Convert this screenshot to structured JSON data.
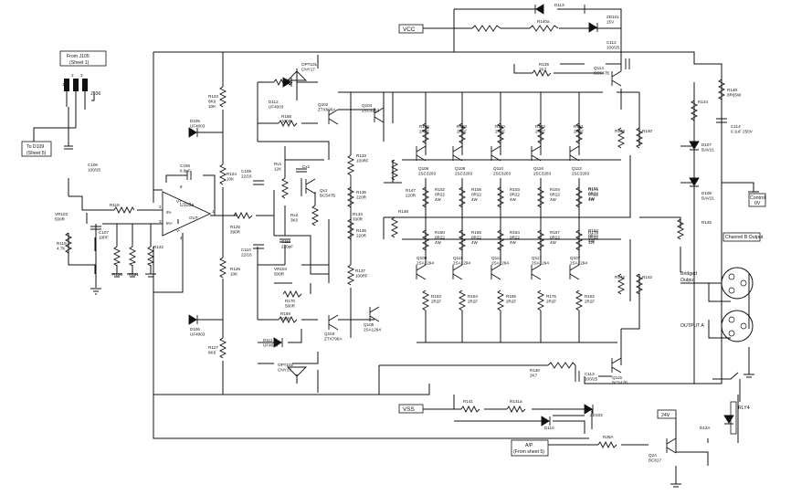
{
  "boxes": {
    "from_j105": [
      "From J105",
      "(Sheet 1)"
    ],
    "to_d109": [
      "To D109",
      "(Sheet 5)"
    ],
    "vcc": "VCC",
    "vss": "VSS",
    "ap": [
      "A/P",
      "(From sheet 5)"
    ],
    "v24": "24V",
    "channel_b": "Channel B Output",
    "control": [
      "Control",
      "0V"
    ]
  },
  "labels": {
    "j106": "J106",
    "u103a": "U103a",
    "bridged_output": [
      "Bridged",
      "Output"
    ],
    "output_a": "OUTPUT A",
    "rly4": "RLY4"
  },
  "components": [
    {
      "id": "c106",
      "lines": [
        "C106",
        "100/25"
      ]
    },
    {
      "id": "vr103",
      "lines": [
        "VR103",
        "500R"
      ]
    },
    {
      "id": "r119",
      "lines": [
        "R119",
        "4.7K"
      ]
    },
    {
      "id": "r118",
      "lines": [
        "R118"
      ]
    },
    {
      "id": "c107",
      "lines": [
        "C107",
        "10PF"
      ]
    },
    {
      "id": "r120",
      "lines": [
        "R120"
      ]
    },
    {
      "id": "r121",
      "lines": [
        "R121"
      ]
    },
    {
      "id": "r122",
      "lines": [
        "R122"
      ]
    },
    {
      "id": "c108",
      "lines": [
        "C108",
        "6.8pF"
      ]
    },
    {
      "id": "r123",
      "lines": [
        "R123",
        "8K6",
        "10K"
      ]
    },
    {
      "id": "d105",
      "lines": [
        "D105",
        "UF4003"
      ]
    },
    {
      "id": "r124",
      "lines": [
        "R124",
        "10K"
      ]
    },
    {
      "id": "r125",
      "lines": [
        "R125",
        "390R"
      ]
    },
    {
      "id": "r126",
      "lines": [
        "R126",
        "10K"
      ]
    },
    {
      "id": "r127",
      "lines": [
        "R127",
        "8K6"
      ]
    },
    {
      "id": "d106",
      "lines": [
        "D106",
        "UF4003"
      ]
    },
    {
      "id": "c109",
      "lines": [
        "C109",
        "22/16"
      ]
    },
    {
      "id": "c110",
      "lines": [
        "C110",
        "22/16"
      ]
    },
    {
      "id": "d112",
      "lines": [
        "D112",
        "UF4003"
      ]
    },
    {
      "id": "opt101",
      "lines": [
        "OPT101",
        "CNY17"
      ]
    },
    {
      "id": "r168",
      "lines": [
        "R168",
        "300R"
      ]
    },
    {
      "id": "q102",
      "lines": [
        "Q102",
        "ZTX690A"
      ]
    },
    {
      "id": "rv1",
      "lines": [
        "Rv1",
        "12K"
      ]
    },
    {
      "id": "cx1",
      "lines": [
        "Cx1"
      ]
    },
    {
      "id": "qx1",
      "lines": [
        "Qx1",
        "BC547B"
      ]
    },
    {
      "id": "rx2",
      "lines": [
        "Rx2",
        "3K0"
      ]
    },
    {
      "id": "c111",
      "lines": [
        "C111",
        "220pF"
      ]
    },
    {
      "id": "vr104",
      "lines": [
        "VR104",
        "500R"
      ]
    },
    {
      "id": "r170",
      "lines": [
        "R170",
        "560R"
      ]
    },
    {
      "id": "r169",
      "lines": [
        "R169",
        "300R"
      ]
    },
    {
      "id": "d111",
      "lines": [
        "D111",
        "UF4003"
      ]
    },
    {
      "id": "opt102",
      "lines": [
        "OPT102",
        "CNY17"
      ]
    },
    {
      "id": "q103",
      "lines": [
        "Q103",
        "ZTX790A"
      ]
    },
    {
      "id": "q104",
      "lines": [
        "Q104",
        "2SC3283"
      ]
    },
    {
      "id": "r133",
      "lines": [
        "R133",
        "100RF"
      ]
    },
    {
      "id": "r135",
      "lines": [
        "R135",
        "220R"
      ]
    },
    {
      "id": "r134",
      "lines": [
        "R134",
        "330R"
      ]
    },
    {
      "id": "r136",
      "lines": [
        "R136",
        "220R"
      ]
    },
    {
      "id": "r137",
      "lines": [
        "R137",
        "100RF"
      ]
    },
    {
      "id": "q105",
      "lines": [
        "Q105",
        "2SA1294"
      ]
    },
    {
      "id": "r147",
      "lines": [
        "R147",
        "220R"
      ]
    },
    {
      "id": "r148",
      "lines": [
        "R148"
      ]
    },
    {
      "id": "r156",
      "lines": [
        "R156",
        "2R2F"
      ]
    },
    {
      "id": "r158",
      "lines": [
        "R158",
        "2R2F"
      ]
    },
    {
      "id": "r160",
      "lines": [
        "R160",
        "2R2F"
      ]
    },
    {
      "id": "r173",
      "lines": [
        "R173",
        "2R2F"
      ]
    },
    {
      "id": "r151",
      "lines": [
        "R151",
        "2R2F"
      ]
    },
    {
      "id": "q106",
      "lines": [
        "Q106",
        "2SC3283"
      ]
    },
    {
      "id": "q108",
      "lines": [
        "Q108",
        "2SC3283"
      ]
    },
    {
      "id": "q110",
      "lines": [
        "Q110",
        "2SC3283"
      ]
    },
    {
      "id": "q116",
      "lines": [
        "Q116",
        "2SC3283"
      ]
    },
    {
      "id": "q112",
      "lines": [
        "Q112",
        "2SC3283"
      ]
    },
    {
      "id": "r102",
      "lines": [
        "R102",
        "0R22",
        "4W"
      ]
    },
    {
      "id": "r105",
      "lines": [
        "R105",
        "0R22",
        "4W"
      ]
    },
    {
      "id": "r103",
      "lines": [
        "R103",
        "0R22",
        "4W"
      ]
    },
    {
      "id": "r104",
      "lines": [
        "R104",
        "0R22",
        "4W"
      ]
    },
    {
      "id": "r174",
      "lines": [
        "R174",
        "0R22",
        "4W"
      ]
    },
    {
      "id": "r150",
      "lines": [
        "R150",
        "0R22",
        "4W"
      ]
    },
    {
      "id": "r155",
      "lines": [
        "R155",
        "0R22",
        "4W"
      ]
    },
    {
      "id": "r154",
      "lines": [
        "R154",
        "0R22",
        "4W"
      ]
    },
    {
      "id": "r167",
      "lines": [
        "R167",
        "0R22",
        "4W"
      ]
    },
    {
      "id": "r178",
      "lines": [
        "R178",
        "0R22",
        "4W"
      ]
    },
    {
      "id": "r151b",
      "lines": [
        "R151",
        "0R22",
        "4W"
      ]
    },
    {
      "id": "r152",
      "lines": [
        "R152",
        "0R22",
        "4W"
      ]
    },
    {
      "id": "q109",
      "lines": [
        "Q109",
        "2SA1294"
      ]
    },
    {
      "id": "q111",
      "lines": [
        "Q111",
        "2SA1294"
      ]
    },
    {
      "id": "q113",
      "lines": [
        "Q113",
        "2SA1294"
      ]
    },
    {
      "id": "q117",
      "lines": [
        "Q117",
        "2SA1294"
      ]
    },
    {
      "id": "q107",
      "lines": [
        "Q107",
        "2SA1294"
      ]
    },
    {
      "id": "r153",
      "lines": [
        "R153",
        "2R2F"
      ]
    },
    {
      "id": "r164",
      "lines": [
        "R164",
        "2R2F"
      ]
    },
    {
      "id": "r165",
      "lines": [
        "R165",
        "2R2F"
      ]
    },
    {
      "id": "r175",
      "lines": [
        "R175",
        "2R2F"
      ]
    },
    {
      "id": "r162",
      "lines": [
        "R162",
        "2R2F"
      ]
    },
    {
      "id": "r138",
      "lines": [
        "R138"
      ]
    },
    {
      "id": "r140",
      "lines": [
        "R140"
      ]
    },
    {
      "id": "r142",
      "lines": [
        "R142"
      ]
    },
    {
      "id": "r143",
      "lines": [
        "R143"
      ]
    },
    {
      "id": "d113",
      "lines": [
        "D113"
      ]
    },
    {
      "id": "r140a",
      "lines": [
        "R140a"
      ]
    },
    {
      "id": "zd101",
      "lines": [
        "ZD101",
        "15V"
      ]
    },
    {
      "id": "c112",
      "lines": [
        "C112",
        "100/25"
      ]
    },
    {
      "id": "r139",
      "lines": [
        "R139",
        "2K7"
      ]
    },
    {
      "id": "q114",
      "lines": [
        "Q114",
        "BC547B"
      ]
    },
    {
      "id": "r144",
      "lines": [
        "R144"
      ]
    },
    {
      "id": "r146",
      "lines": [
        "R146",
        "8R65W"
      ]
    },
    {
      "id": "c114",
      "lines": [
        "C114",
        "0.1uF 250V"
      ]
    },
    {
      "id": "d107",
      "lines": [
        "D107",
        "BAV21"
      ]
    },
    {
      "id": "d108",
      "lines": [
        "D108",
        "BAV21"
      ]
    },
    {
      "id": "r145",
      "lines": [
        "R145"
      ]
    },
    {
      "id": "r130b",
      "lines": [
        "R130",
        "2K7"
      ]
    },
    {
      "id": "c113",
      "lines": [
        "C113",
        "100/25"
      ]
    },
    {
      "id": "q115",
      "lines": [
        "Q115",
        "BC547B"
      ]
    },
    {
      "id": "r141",
      "lines": [
        "R141"
      ]
    },
    {
      "id": "r141a",
      "lines": [
        "R141a"
      ]
    },
    {
      "id": "zd102",
      "lines": [
        "ZD102"
      ]
    },
    {
      "id": "d110",
      "lines": [
        "D110"
      ]
    },
    {
      "id": "r28a",
      "lines": [
        "R28A"
      ]
    },
    {
      "id": "q2a",
      "lines": [
        "Q2A",
        "BC817"
      ]
    },
    {
      "id": "d13a",
      "lines": [
        "D13A"
      ]
    }
  ],
  "opamp_pins": [
    "V+",
    "IN-",
    "IN+",
    "OUT",
    "V-",
    "2",
    "3",
    "1",
    "8",
    "4"
  ],
  "connector_pins": [
    "1",
    "2",
    "3"
  ]
}
